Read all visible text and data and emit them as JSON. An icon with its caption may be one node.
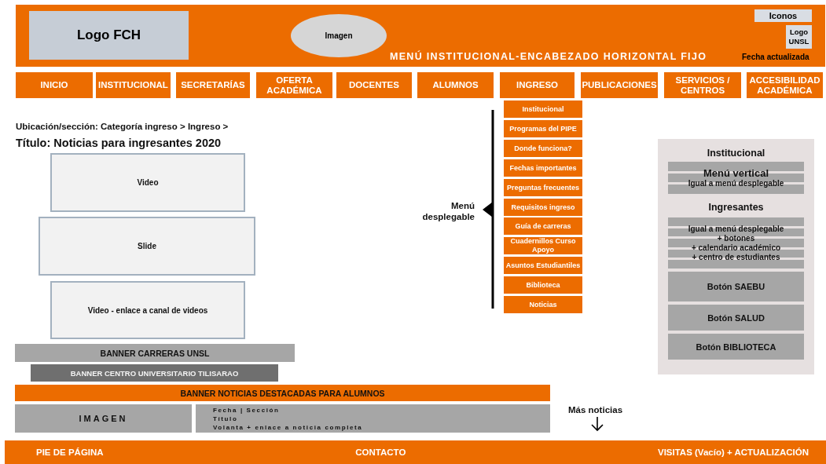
{
  "diagram": {
    "nodes": [
      {
        "text": [
          "MENÚ INSTITUCIONAL-ENCABEZADO HORIZONTAL FIJO",
          "Fecha actualizada"
        ]
      },
      {
        "text": [
          "Logo FCH"
        ],
        "in": 0
      },
      {
        "text": [
          "Imagen"
        ],
        "in": 0
      },
      {
        "text": [
          "Iconos"
        ],
        "in": 0
      },
      {
        "text": [
          "Logo UNSL"
        ],
        "in": 0
      },
      {
        "text": [
          "INICIO"
        ]
      },
      {
        "text": [
          "INSTITUCIONAL"
        ]
      },
      {
        "text": [
          "SECRETARÍAS"
        ]
      },
      {
        "text": [
          "OFERTA ACADÉMICA"
        ]
      },
      {
        "text": [
          "DOCENTES"
        ]
      },
      {
        "text": [
          "ALUMNOS"
        ]
      },
      {
        "text": [
          "INGRESO"
        ]
      },
      {
        "text": [
          "PUBLICACIONES"
        ]
      },
      {
        "text": [
          "SERVICIOS / CENTROS"
        ]
      },
      {
        "text": [
          "ACCESIBILIDAD ACADÉMICA"
        ]
      },
      {
        "text": [
          "Institucional"
        ]
      },
      {
        "text": [
          "Programas del PIPE"
        ]
      },
      {
        "text": [
          "Donde funciona?"
        ]
      },
      {
        "text": [
          "Fechas importantes"
        ]
      },
      {
        "text": [
          "Preguntas frecuentes"
        ]
      },
      {
        "text": [
          "Requisitos ingreso"
        ]
      },
      {
        "text": [
          "Guía de carreras"
        ]
      },
      {
        "text": [
          "Cuadernillos Curso Apoyo"
        ]
      },
      {
        "text": [
          "Asuntos Estudiantiles"
        ]
      },
      {
        "text": [
          "Biblioteca"
        ]
      },
      {
        "text": [
          "Noticias"
        ]
      },
      {
        "text": [
          "Video"
        ]
      },
      {
        "text": [
          "Slide"
        ]
      },
      {
        "text": [
          "Video - enlace a canal de videos"
        ]
      },
      {
        "text": [
          "BANNER CARRERAS UNSL"
        ]
      },
      {
        "text": [
          "BANNER CENTRO UNIVERSITARIO TILISARAO"
        ]
      },
      {
        "text": [
          "BANNER NOTICIAS DESTACADAS  PARA ALUMNOS"
        ]
      },
      {
        "text": [
          "IMAGEN"
        ]
      },
      {
        "text": [
          "Fecha | Sección",
          "Título",
          "Volanta + enlace a noticia completa"
        ]
      },
      {
        "text": [],
        "shape": "box"
      },
      {
        "text": [
          "Menú vertical",
          "Igual a menú desplegable"
        ],
        "in": 34
      },
      {
        "text": [
          "Igual a menú desplegable",
          "+ botones",
          "+ calendario académico",
          "+ centro de estudiantes"
        ],
        "in": 34
      },
      {
        "text": [
          "Botón SAEBU"
        ],
        "in": 34
      },
      {
        "text": [
          "Botón SALUD"
        ],
        "in": 34
      },
      {
        "text": [
          "Botón BIBLIOTECA"
        ],
        "in": 34
      },
      {
        "text": [
          "PIE DE PÁGINA",
          "CONTACTO",
          "VISITAS (Vacío) + ACTUALIZACIÓN"
        ]
      }
    ],
    "edges": [],
    "labels": [
      "Ubicación/sección: Categoría ingreso > Ingreso >",
      "Título: Noticias para ingresantes 2020",
      "Menú desplegable",
      "Institucional",
      "Ingresantes",
      "Más noticias"
    ]
  }
}
